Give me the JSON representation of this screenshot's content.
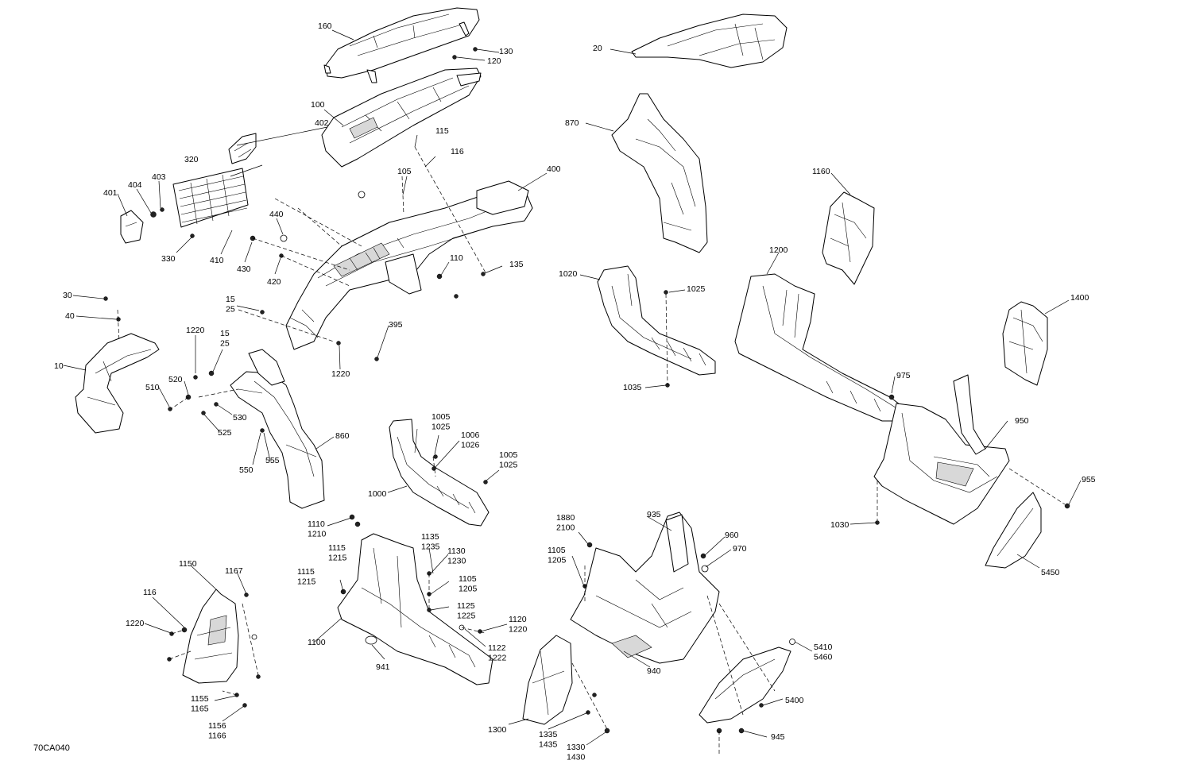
{
  "figure_code": "70CA040",
  "callouts": [
    {
      "id": "c160",
      "lines": [
        "160"
      ]
    },
    {
      "id": "c130",
      "lines": [
        "130"
      ]
    },
    {
      "id": "c120",
      "lines": [
        "120"
      ]
    },
    {
      "id": "c20",
      "lines": [
        "20"
      ]
    },
    {
      "id": "c100",
      "lines": [
        "100"
      ]
    },
    {
      "id": "c870",
      "lines": [
        "870"
      ]
    },
    {
      "id": "c402",
      "lines": [
        "402"
      ]
    },
    {
      "id": "c115",
      "lines": [
        "115"
      ]
    },
    {
      "id": "c116a",
      "lines": [
        "116"
      ]
    },
    {
      "id": "c320",
      "lines": [
        "320"
      ]
    },
    {
      "id": "c403",
      "lines": [
        "403"
      ]
    },
    {
      "id": "c404",
      "lines": [
        "404"
      ]
    },
    {
      "id": "c401",
      "lines": [
        "401"
      ]
    },
    {
      "id": "c105",
      "lines": [
        "105"
      ]
    },
    {
      "id": "c400",
      "lines": [
        "400"
      ]
    },
    {
      "id": "c1160",
      "lines": [
        "1160"
      ]
    },
    {
      "id": "c440",
      "lines": [
        "440"
      ]
    },
    {
      "id": "c330",
      "lines": [
        "330"
      ]
    },
    {
      "id": "c410",
      "lines": [
        "410"
      ]
    },
    {
      "id": "c430",
      "lines": [
        "430"
      ]
    },
    {
      "id": "c420",
      "lines": [
        "420"
      ]
    },
    {
      "id": "c110",
      "lines": [
        "110"
      ]
    },
    {
      "id": "c135",
      "lines": [
        "135"
      ]
    },
    {
      "id": "c1020",
      "lines": [
        "1020"
      ]
    },
    {
      "id": "c1025a",
      "lines": [
        "1025"
      ]
    },
    {
      "id": "c1200",
      "lines": [
        "1200"
      ]
    },
    {
      "id": "c30",
      "lines": [
        "30"
      ]
    },
    {
      "id": "c40",
      "lines": [
        "40"
      ]
    },
    {
      "id": "c15_25a",
      "lines": [
        "15",
        "25"
      ]
    },
    {
      "id": "c395",
      "lines": [
        "395"
      ]
    },
    {
      "id": "c1400",
      "lines": [
        "1400"
      ]
    },
    {
      "id": "c1220a",
      "lines": [
        "1220"
      ]
    },
    {
      "id": "c15_25b",
      "lines": [
        "15",
        "25"
      ]
    },
    {
      "id": "c1220b",
      "lines": [
        "1220"
      ]
    },
    {
      "id": "c10",
      "lines": [
        "10"
      ]
    },
    {
      "id": "c520",
      "lines": [
        "520"
      ]
    },
    {
      "id": "c510",
      "lines": [
        "510"
      ]
    },
    {
      "id": "c1035",
      "lines": [
        "1035"
      ]
    },
    {
      "id": "c975",
      "lines": [
        "975"
      ]
    },
    {
      "id": "c530",
      "lines": [
        "530"
      ]
    },
    {
      "id": "c525",
      "lines": [
        "525"
      ]
    },
    {
      "id": "c1005_1025a",
      "lines": [
        "1005",
        "1025"
      ]
    },
    {
      "id": "c950",
      "lines": [
        "950"
      ]
    },
    {
      "id": "c860",
      "lines": [
        "860"
      ]
    },
    {
      "id": "c1006_1026",
      "lines": [
        "1006",
        "1026"
      ]
    },
    {
      "id": "c555",
      "lines": [
        "555"
      ]
    },
    {
      "id": "c550",
      "lines": [
        "550"
      ]
    },
    {
      "id": "c1005_1025b",
      "lines": [
        "1005",
        "1025"
      ]
    },
    {
      "id": "c955",
      "lines": [
        "955"
      ]
    },
    {
      "id": "c1000",
      "lines": [
        "1000"
      ]
    },
    {
      "id": "c1030",
      "lines": [
        "1030"
      ]
    },
    {
      "id": "c1880_2100",
      "lines": [
        "1880",
        "2100"
      ]
    },
    {
      "id": "c935",
      "lines": [
        "935"
      ]
    },
    {
      "id": "c1110_1210",
      "lines": [
        "1110",
        "1210"
      ]
    },
    {
      "id": "c1135_1235",
      "lines": [
        "1135",
        "1235"
      ]
    },
    {
      "id": "c960",
      "lines": [
        "960"
      ]
    },
    {
      "id": "c1115_1215a",
      "lines": [
        "1115",
        "1215"
      ]
    },
    {
      "id": "c1130_1230",
      "lines": [
        "1130",
        "1230"
      ]
    },
    {
      "id": "c970",
      "lines": [
        "970"
      ]
    },
    {
      "id": "c1105_1205a",
      "lines": [
        "1105",
        "1205"
      ]
    },
    {
      "id": "c5450",
      "lines": [
        "5450"
      ]
    },
    {
      "id": "c1150",
      "lines": [
        "1150"
      ]
    },
    {
      "id": "c1167",
      "lines": [
        "1167"
      ]
    },
    {
      "id": "c1115_1215b",
      "lines": [
        "1115",
        "1215"
      ]
    },
    {
      "id": "c1105_1205b",
      "lines": [
        "1105",
        "1205"
      ]
    },
    {
      "id": "c116b",
      "lines": [
        "116"
      ]
    },
    {
      "id": "c1125_1225",
      "lines": [
        "1125",
        "1225"
      ]
    },
    {
      "id": "c1220c",
      "lines": [
        "1220"
      ]
    },
    {
      "id": "c1120_1220",
      "lines": [
        "1120",
        "1220"
      ]
    },
    {
      "id": "c1100",
      "lines": [
        "1100"
      ]
    },
    {
      "id": "c1122_1222",
      "lines": [
        "1122",
        "1222"
      ]
    },
    {
      "id": "c5410_5460",
      "lines": [
        "5410",
        "5460"
      ]
    },
    {
      "id": "c941",
      "lines": [
        "941"
      ]
    },
    {
      "id": "c940",
      "lines": [
        "940"
      ]
    },
    {
      "id": "c5400",
      "lines": [
        "5400"
      ]
    },
    {
      "id": "c1155_1165",
      "lines": [
        "1155",
        "1165"
      ]
    },
    {
      "id": "c1156_1166",
      "lines": [
        "1156",
        "1166"
      ]
    },
    {
      "id": "c1300",
      "lines": [
        "1300"
      ]
    },
    {
      "id": "c1335_1435",
      "lines": [
        "1335",
        "1435"
      ]
    },
    {
      "id": "c945",
      "lines": [
        "945"
      ]
    },
    {
      "id": "c1330_1430",
      "lines": [
        "1330",
        "1430"
      ]
    }
  ]
}
